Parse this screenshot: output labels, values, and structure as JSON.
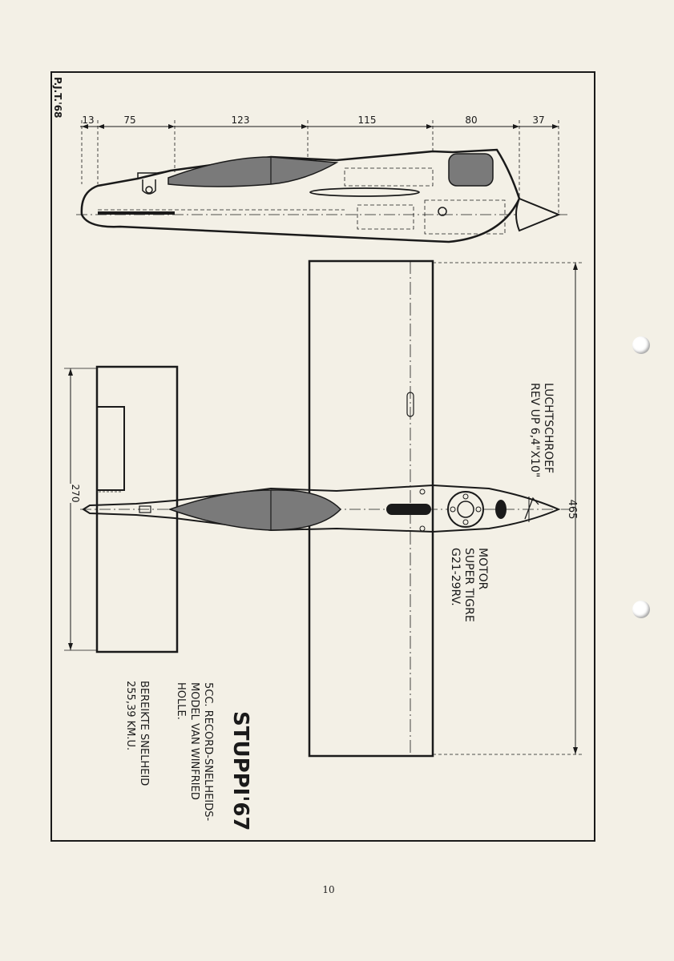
{
  "drawing": {
    "initials": "P.J.T.'68",
    "title": "STUPPI'67",
    "description": [
      "5CC. RECORD-SNELHEIDS-",
      "MODEL VAN WINFRIED",
      "HOLLE."
    ],
    "speed": [
      "BEREIKTE SNELHEID",
      "255,39 KM.U."
    ],
    "propeller": [
      "LUCHTSCHROEF",
      "REV UP 6,4\"X10\""
    ],
    "motor": [
      "MOTOR",
      "SUPER TIGRE",
      "G21-29RV."
    ],
    "side_dimensions": [
      "13",
      "75",
      "123",
      "115",
      "80",
      "37"
    ],
    "tail_span": "270",
    "wing_span": "465"
  },
  "page_number": "10",
  "colors": {
    "paper": "#f3f0e6",
    "ink": "#1a1a1a",
    "shade": "#7a7a7a"
  }
}
